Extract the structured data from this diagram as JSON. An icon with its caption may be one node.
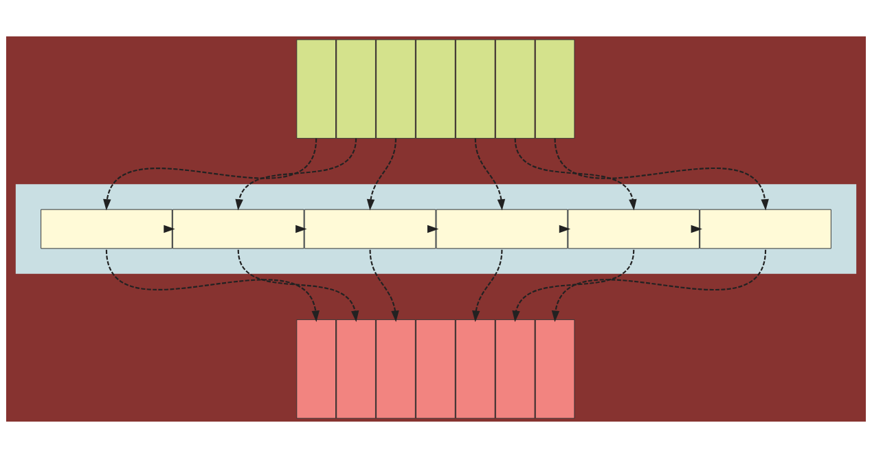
{
  "diagram": {
    "nodes": [
      {
        "text": [],
        "shape": "box"
      },
      {
        "text": [],
        "shape": "box"
      },
      {
        "text": [],
        "shape": "box"
      },
      {
        "text": [],
        "shape": "box"
      },
      {
        "text": [],
        "shape": "box"
      },
      {
        "text": [],
        "shape": "box"
      },
      {
        "text": [],
        "shape": "box"
      },
      {
        "text": [],
        "shape": "box"
      },
      {
        "text": [],
        "shape": "box",
        "in": 7
      },
      {
        "text": [],
        "shape": "box",
        "in": 7
      },
      {
        "text": [],
        "shape": "box",
        "in": 7
      },
      {
        "text": [],
        "shape": "box",
        "in": 7
      },
      {
        "text": [],
        "shape": "box",
        "in": 7
      },
      {
        "text": [],
        "shape": "box",
        "in": 7
      },
      {
        "text": [],
        "shape": "box"
      },
      {
        "text": [],
        "shape": "box"
      },
      {
        "text": [],
        "shape": "box"
      },
      {
        "text": [],
        "shape": "box"
      },
      {
        "text": [],
        "shape": "box"
      },
      {
        "text": [],
        "shape": "box"
      },
      {
        "text": [],
        "shape": "box"
      }
    ],
    "edges": [
      {
        "from": 0,
        "to": 8,
        "arrow": "to",
        "style": "dashed"
      },
      {
        "from": 1,
        "to": 9,
        "arrow": "to",
        "style": "dashed"
      },
      {
        "from": 2,
        "to": 10,
        "arrow": "to",
        "style": "dashed"
      },
      {
        "from": 4,
        "to": 11,
        "arrow": "to",
        "style": "dashed"
      },
      {
        "from": 5,
        "to": 12,
        "arrow": "to",
        "style": "dashed"
      },
      {
        "from": 6,
        "to": 13,
        "arrow": "to",
        "style": "dashed"
      },
      {
        "from": 8,
        "to": 9,
        "arrow": "to",
        "style": "dashed"
      },
      {
        "from": 9,
        "to": 10,
        "arrow": "to",
        "style": "dashed"
      },
      {
        "from": 10,
        "to": 11,
        "arrow": "to",
        "style": "dashed"
      },
      {
        "from": 11,
        "to": 12,
        "arrow": "to",
        "style": "dashed"
      },
      {
        "from": 12,
        "to": 13,
        "arrow": "to",
        "style": "dashed"
      },
      {
        "from": 8,
        "to": 14,
        "arrow": "to",
        "style": "dashed"
      },
      {
        "from": 9,
        "to": 15,
        "arrow": "to",
        "style": "dashed"
      },
      {
        "from": 10,
        "to": 16,
        "arrow": "to",
        "style": "dashed"
      },
      {
        "from": 11,
        "to": 18,
        "arrow": "to",
        "style": "dashed"
      },
      {
        "from": 12,
        "to": 19,
        "arrow": "to",
        "style": "dashed"
      },
      {
        "from": 13,
        "to": 20,
        "arrow": "to",
        "style": "dashed"
      }
    ]
  }
}
